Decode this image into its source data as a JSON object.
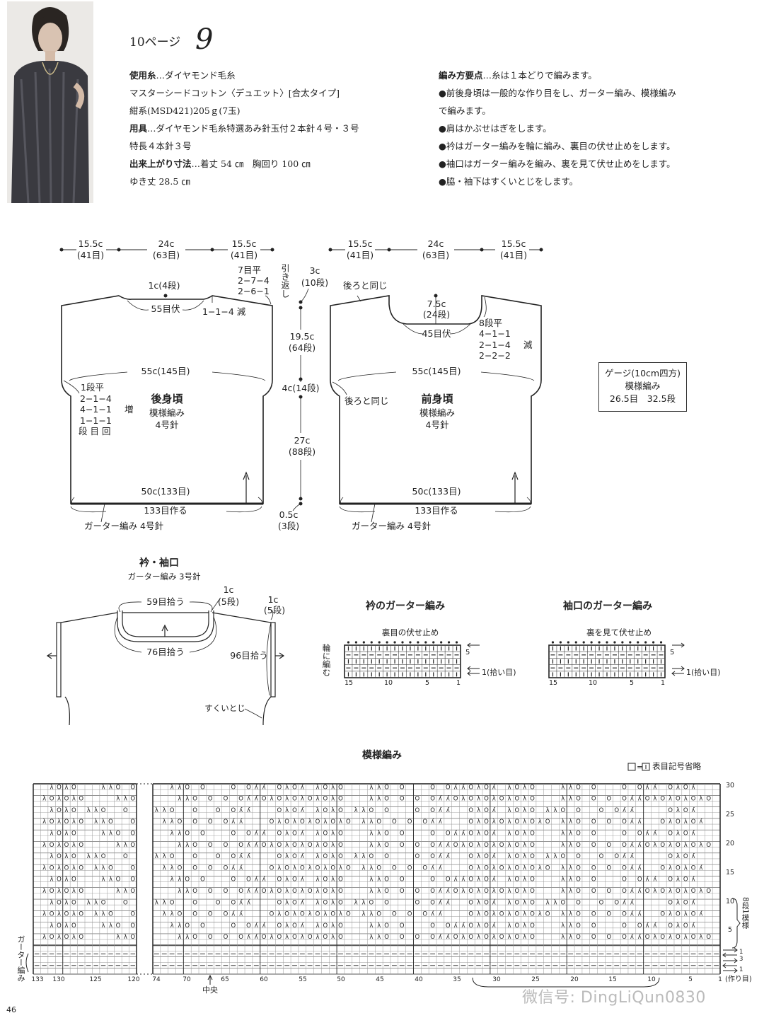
{
  "header": {
    "page_ref": "10ページ",
    "pattern_no": "9"
  },
  "materials": [
    {
      "label": "使用糸",
      "value": "…ダイヤモンド毛糸"
    },
    {
      "label": "",
      "value": "マスターシードコットン〈デュエット〉[合太タイプ]"
    },
    {
      "label": "",
      "value": "紺系(MSD421)205ｇ(7玉)"
    },
    {
      "label": "用具",
      "value": "…ダイヤモンド毛糸特選あみ針玉付２本針４号・３号"
    },
    {
      "label": "",
      "value": "特長４本針３号"
    },
    {
      "label": "出来上がり寸法",
      "value": "…着丈 54 ㎝　胸回り 100 ㎝"
    },
    {
      "label": "",
      "value": "ゆき丈 28.5 ㎝"
    }
  ],
  "instructions": [
    {
      "label": "編み方要点",
      "value": "…糸は１本どりで編みます。"
    },
    {
      "label": "",
      "value": "●前後身頃は一般的な作り目をし、ガーター編み、模様編み"
    },
    {
      "label": "",
      "value": "で編みます。"
    },
    {
      "label": "",
      "value": "●肩はかぶせはぎをします。"
    },
    {
      "label": "",
      "value": "●衿はガーター編みを輪に編み、裏目の伏せ止めをします。"
    },
    {
      "label": "",
      "value": "●袖口はガーター編みを編み、裏を見て伏せ止めをします。"
    },
    {
      "label": "",
      "value": "●脇・袖下はすくいとじをします。"
    }
  ],
  "back": {
    "labels": [
      "15.5c",
      "(41目)",
      "24c",
      "(63目)",
      "15.5c",
      "(41目)",
      "7目平",
      "2−7−4",
      "2−6−1",
      "引き返し",
      "1c(4段)",
      "55目伏",
      "1−1−4 減",
      "55c(145目)",
      "1段平",
      "2−1−4",
      "4−1−1",
      "1−1−1",
      "増",
      "段 目 回",
      "後身頃",
      "模様編み",
      "4号針",
      "50c(133目)",
      "133目作る",
      "ガーター編み 4号針",
      "3c",
      "(10段)",
      "19.5c",
      "(64段)",
      "4c(14段)",
      "27c",
      "(88段)",
      "0.5c",
      "(3段)"
    ]
  },
  "front": {
    "labels": [
      "15.5c",
      "(41目)",
      "24c",
      "(63目)",
      "15.5c",
      "(41目)",
      "後ろと同じ",
      "7.5c",
      "(24段)",
      "45目伏",
      "8段平",
      "4−1−1",
      "2−1−4",
      "2−2−2",
      "減",
      "55c(145目)",
      "後ろと同じ",
      "前身頃",
      "模様編み",
      "4号針",
      "50c(133目)",
      "133目作る",
      "ガーター編み 4号針"
    ]
  },
  "gauge": {
    "title": "ゲージ(10cm四方)",
    "stitch": "模様編み",
    "value": "26.5目　32.5段"
  },
  "edging": {
    "labels": [
      "衿・袖口",
      "ガーター編み 3号針",
      "1c",
      "(5段)",
      "1c",
      "(5段)",
      "59目拾う",
      "76目拾う",
      "96目拾う",
      "すくいとじ"
    ]
  },
  "neck_chart": {
    "title": "衿のガーター編み",
    "bindoff": "裏目の伏せ止め",
    "side": "輪に編む",
    "row5": "5",
    "row1": "1(拾い目)",
    "cols": [
      "15",
      "10",
      "5",
      "1"
    ]
  },
  "cuff_chart": {
    "title": "袖口のガーター編み",
    "bindoff": "裏を見て伏せ止め",
    "row5": "5",
    "row1": "1(拾い目)",
    "cols": [
      "15",
      "10",
      "5",
      "1"
    ]
  },
  "pattern_chart": {
    "title": "模様編み",
    "legend": "表目記号省略",
    "row_labels": [
      "30",
      "25",
      "20",
      "15",
      "10",
      "5"
    ],
    "repeat_label": "8段1模様",
    "garter_rows": [
      "1",
      "3",
      "1"
    ],
    "garter_label": "ガーター編み",
    "col_labels_left": [
      "133",
      "130",
      "125",
      "120"
    ],
    "col_labels_right": [
      "74",
      "70",
      "65",
      "60",
      "55",
      "50",
      "45",
      "40",
      "35",
      "30",
      "25",
      "20",
      "15",
      "10",
      "5",
      "1"
    ],
    "cast_on": "(作り目)",
    "center": "中央",
    "rows_left": [
      "  λOλO   λλO O",
      " λOλOλO    λλO",
      "  λOλO λλO  O ",
      " λOλOλO λλO  O"
    ],
    "rows_right": [
      "  λλO O   O Oʎʎ OλOʎ λOλO   λλO O   O OʎʎOλOʎ λOλO   λλO O   O Oʎʎ OλOʎ ",
      "   λλO O O OʎʎOλOλOλOλOλO   λλO O O OʎʎOλOλOλOλOλO   λλO O O OʎʎOλOλOλOλO",
      "λλO  O  O Oʎʎ   OλOʎ λOλO λλO O   O Oʎʎ  OλOʎ λOλO λλO O  O Oʎʎ    OλOʎ ",
      " λλO O O Oʎʎ   OλOλOλOλOλO λλO O O Oʎʎ   OλOλOλOλOλO λλO O O Oʎʎ  OλOλOʎ "
    ]
  },
  "footer": {
    "page_number": "46",
    "watermark": "微信号: DingLiQun0830"
  }
}
